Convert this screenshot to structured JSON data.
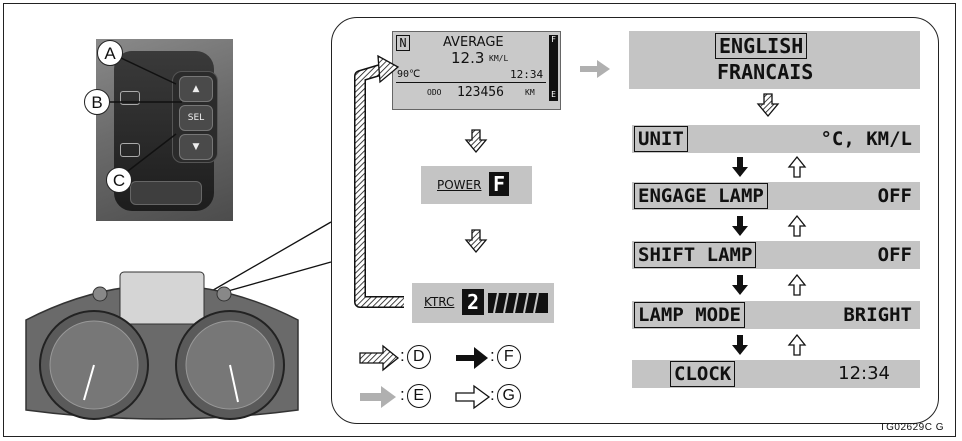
{
  "callouts": {
    "a": "A",
    "b": "B",
    "c": "C"
  },
  "switch_buttons": {
    "up": "▲",
    "sel": "SEL",
    "down": "▼"
  },
  "lcd_screen": {
    "mode_indicator": "N",
    "average_label": "AVERAGE",
    "average_value": "12.3",
    "average_unit": "KM/L",
    "coolant_temp": "90℃",
    "clock": "12:34",
    "odo_label": "ODO",
    "odo_value": "123456",
    "odo_unit": "KM",
    "fuel_letter_full": "F",
    "fuel_letter_empty": "E"
  },
  "power_step": {
    "label": "POWER",
    "level": "F"
  },
  "ktrc_step": {
    "label": "KTRC",
    "level": "2"
  },
  "language": {
    "line1": "ENGLISH",
    "line2": "FRANCAIS"
  },
  "settings_rows": [
    {
      "label": "UNIT",
      "value": "°C, KM/L"
    },
    {
      "label": "ENGAGE LAMP",
      "value": "OFF"
    },
    {
      "label": "SHIFT LAMP",
      "value": "OFF"
    },
    {
      "label": "LAMP MODE",
      "value": "BRIGHT"
    },
    {
      "label": "CLOCK",
      "value": "12:34"
    }
  ],
  "legend": [
    {
      "symbol": "hatched-arrow",
      "key": "D"
    },
    {
      "symbol": "black-arrow",
      "key": "F"
    },
    {
      "symbol": "gray-arrow",
      "key": "E"
    },
    {
      "symbol": "outline-arrow",
      "key": "G"
    }
  ],
  "legend_separator": ":",
  "figure_code": "TG02629C  G"
}
